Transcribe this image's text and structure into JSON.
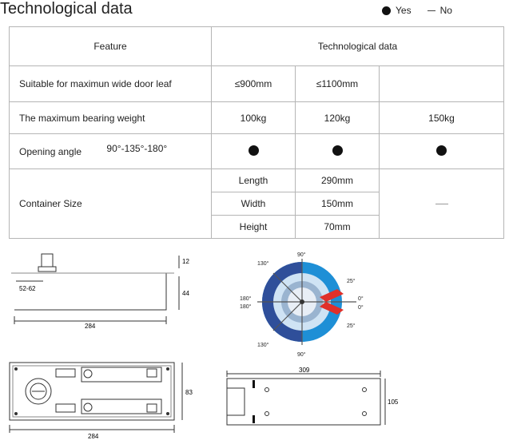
{
  "header": {
    "title": "Technological data"
  },
  "legend": {
    "yes_label": "Yes",
    "no_label": "No"
  },
  "table": {
    "col_feature": "Feature",
    "col_data": "Technological data",
    "row_width": {
      "label": "Suitable  for maximun wide door leaf",
      "v1": "≤900mm",
      "v2": "≤1100mm",
      "v3": ""
    },
    "row_weight": {
      "label": "The maximum bearing weight",
      "v1": "100kg",
      "v2": "120kg",
      "v3": "150kg"
    },
    "row_angle": {
      "label": "Opening angle",
      "range": "90°-135°-180°",
      "v1": "yes",
      "v2": "yes",
      "v3": "yes"
    },
    "row_container": {
      "label": "Container Size",
      "dims": [
        {
          "name": "Length",
          "value": "290mm"
        },
        {
          "name": "Width",
          "value": "150mm"
        },
        {
          "name": "Height",
          "value": "70mm"
        }
      ],
      "v3": "no"
    }
  },
  "drawings": {
    "side": {
      "dim_12": "12",
      "dim_44": "44",
      "dim_offset": "52-62",
      "dim_length": "284"
    },
    "dial": {
      "top": "90°",
      "bottom": "90°",
      "ul": "130°",
      "ll": "130°",
      "l1": "180°",
      "l2": "180°",
      "r1": "0°",
      "r2": "0°",
      "ur": "25°",
      "lr": "25°"
    },
    "top_view": {
      "dim_width": "83",
      "dim_length": "284"
    },
    "box": {
      "dim_length": "309",
      "dim_width": "105"
    }
  }
}
